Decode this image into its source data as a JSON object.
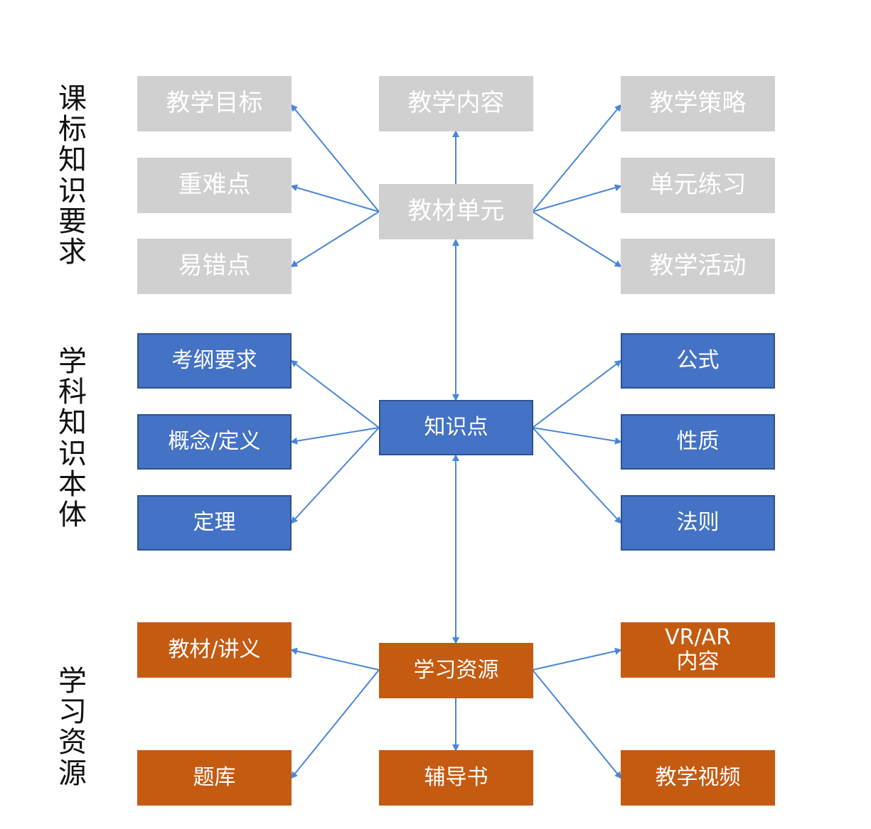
{
  "colors": {
    "gray_box": "#d0d0d0",
    "blue_box": "#4472c4",
    "orange_box": "#c55a11",
    "arrow": "#4a86d8"
  },
  "side_labels": {
    "curriculum": "课标知识要求",
    "subject": "学科知识本体",
    "resources": "学习资源"
  },
  "nodes": {
    "teaching_goal": "教学目标",
    "teaching_content": "教学内容",
    "teaching_strategy": "教学策略",
    "key_difficult": "重难点",
    "textbook_unit": "教材单元",
    "unit_practice": "单元练习",
    "error_prone": "易错点",
    "teaching_activity": "教学活动",
    "exam_requirement": "考纲要求",
    "formula": "公式",
    "concept": "概念/定义",
    "knowledge_point": "知识点",
    "property": "性质",
    "theorem": "定理",
    "rule": "法则",
    "textbook_notes": "教材/讲义",
    "learning_resources": "学习资源",
    "vrar_line1": "VR/AR",
    "vrar_line2": "内容",
    "question_bank": "题库",
    "tutorial_book": "辅导书",
    "teaching_video": "教学视频"
  }
}
